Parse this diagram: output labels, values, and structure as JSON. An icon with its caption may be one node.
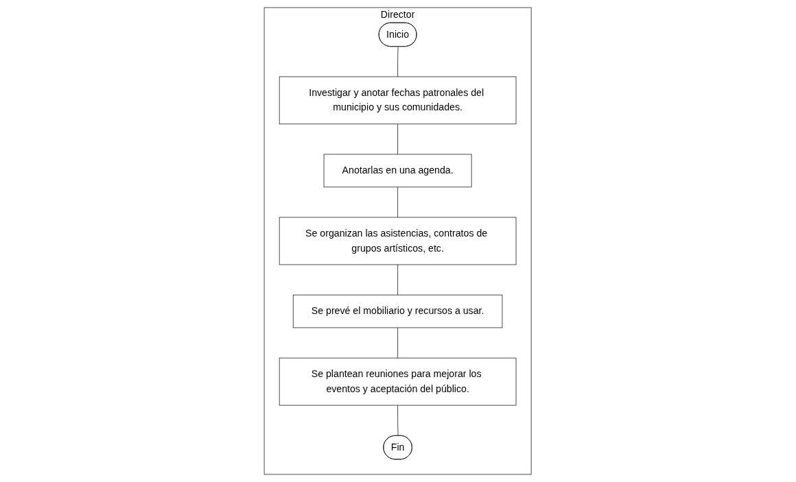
{
  "diagram": {
    "nodes": [
      {
        "text": [
          "Director"
        ]
      },
      {
        "text": [
          "Inicio"
        ],
        "in": 0
      },
      {
        "text": [
          "Investigar y anotar fechas patronales del municipio y sus comunidades."
        ],
        "in": 0
      },
      {
        "text": [
          "Anotarlas en una agenda."
        ],
        "in": 0
      },
      {
        "text": [
          "Se organizan las asistencias, contratos de grupos artísticos, etc."
        ],
        "in": 0
      },
      {
        "text": [
          "Se prevé el mobiliario y recursos a usar."
        ],
        "in": 0
      },
      {
        "text": [
          "Se plantean reuniones para mejorar los eventos y aceptación del público."
        ],
        "in": 0
      },
      {
        "text": [
          "Fin"
        ],
        "in": 0
      }
    ],
    "edges": [
      {
        "from": 1,
        "to": 2,
        "arrow": "none"
      },
      {
        "from": 2,
        "to": 3,
        "arrow": "none"
      },
      {
        "from": 3,
        "to": 4,
        "arrow": "none"
      },
      {
        "from": 4,
        "to": 5,
        "arrow": "none"
      },
      {
        "from": 5,
        "to": 6,
        "arrow": "none"
      },
      {
        "from": 6,
        "to": 7,
        "arrow": "none"
      }
    ]
  }
}
